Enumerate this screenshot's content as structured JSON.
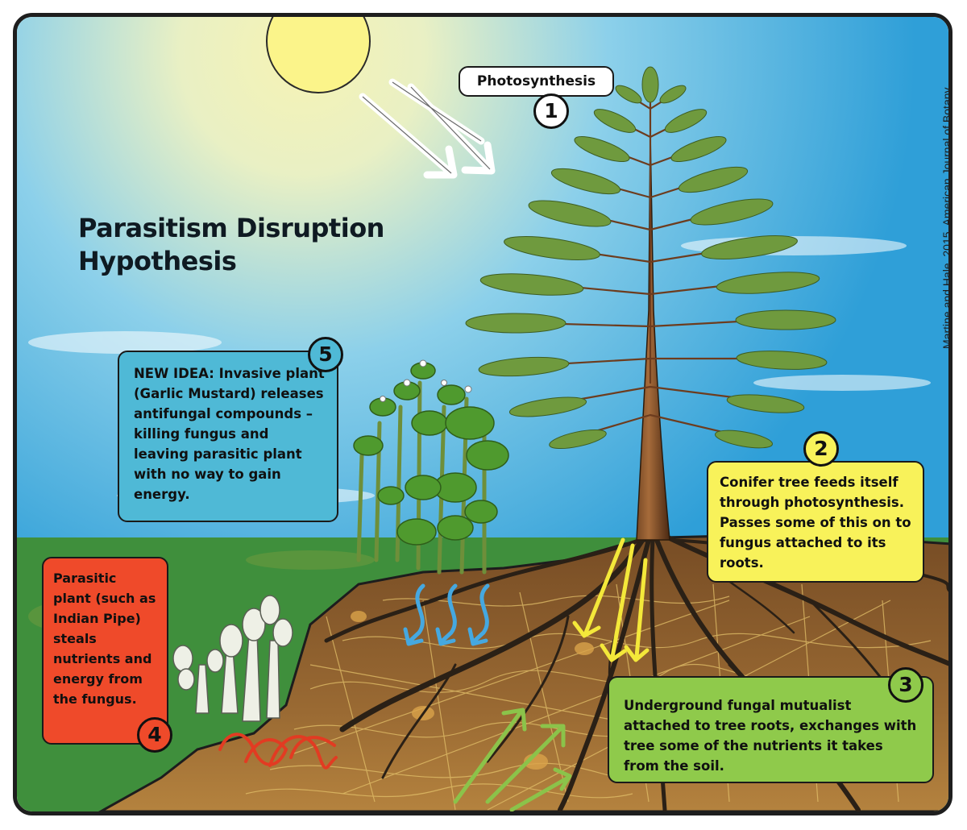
{
  "title": {
    "line1": "Parasitism Disruption",
    "line2": "Hypothesis"
  },
  "credit": "Martine and Hale. 2015. American Journal of Botany.",
  "steps": [
    {
      "number": "1",
      "label": "Photosynthesis"
    },
    {
      "number": "2",
      "text": "Conifer tree feeds itself through photosynthesis. Passes some of this on to fungus attached to its roots."
    },
    {
      "number": "3",
      "text": "Underground fungal mutualist attached to tree roots, exchanges with tree some of the nutrients it takes from the soil."
    },
    {
      "number": "4",
      "text": "Parasitic plant (such as Indian Pipe) steals nutrients and energy from the fungus."
    },
    {
      "number": "5",
      "lead": "NEW IDEA:",
      "text": "Invasive plant (Garlic Mustard) releases antifungal compounds – killing fungus and leaving parasitic plant with no way to gain energy."
    }
  ],
  "colors": {
    "sky_top": "#35a6dc",
    "sky_haze": "#f3f1b8",
    "ground_green": "#3f8f3c",
    "soil": "#6b4523",
    "box_yellow": "#f8f25a",
    "box_green": "#8fca4b",
    "box_red": "#ef4a2a",
    "box_blue": "#4fb9d6",
    "arrow_white": "#ffffff",
    "arrow_yellow": "#f4e83a",
    "arrow_green": "#8bc34a",
    "arrow_red": "#e23b22",
    "arrow_blue": "#45a8e0"
  }
}
